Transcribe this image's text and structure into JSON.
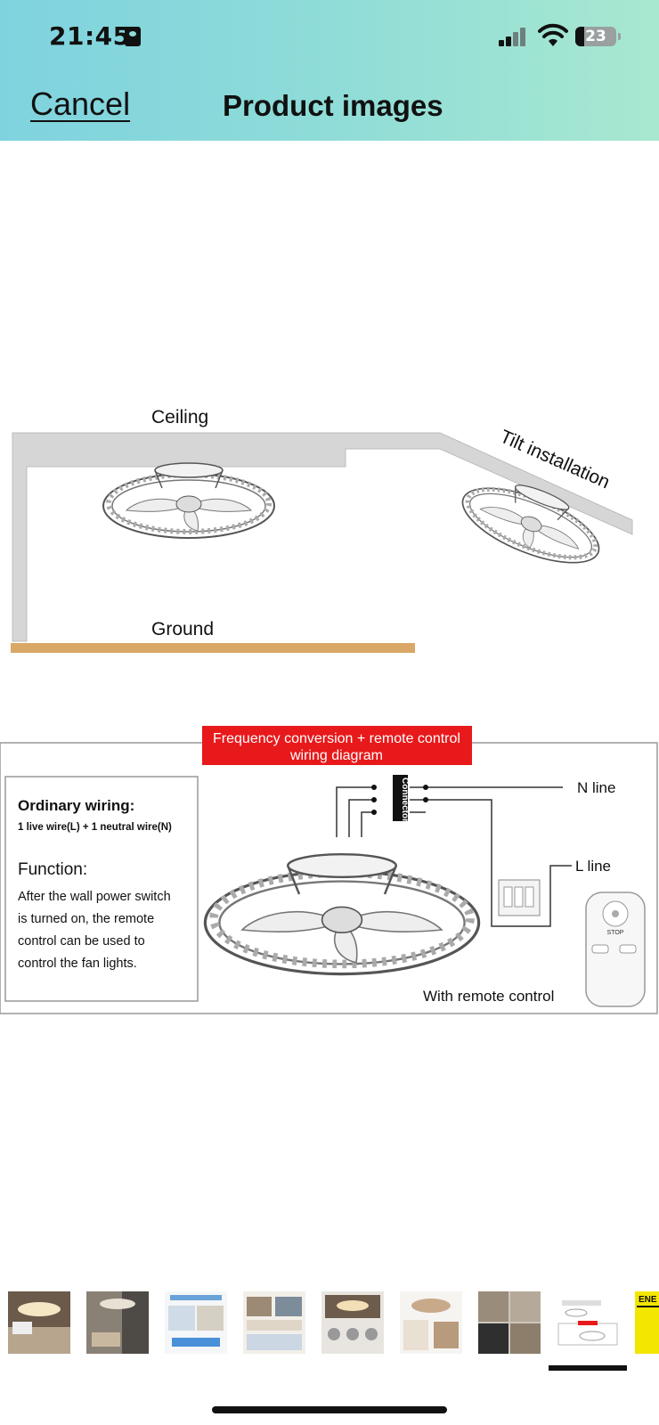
{
  "status_bar": {
    "time": "21:45",
    "battery": "23"
  },
  "nav": {
    "cancel_label": "Cancel",
    "title": "Product images"
  },
  "diagram": {
    "ceiling_label": "Ceiling",
    "tilt_label": "Tilt installation",
    "ground_label": "Ground",
    "banner_line1": "Frequency conversion + remote control",
    "banner_line2": "wiring diagram",
    "wiring_heading": "Ordinary wiring:",
    "wiring_sub": "1 live wire(L) + 1 neutral wire(N)",
    "function_heading": "Function:",
    "function_lines": [
      "After the wall power switch",
      "is turned on, the remote",
      "control can be used to",
      "control the fan lights."
    ],
    "connector_label": "Connector",
    "n_line_label": "N line",
    "l_line_label": "L line",
    "remote_label": "With remote control",
    "remote_stop": "STOP",
    "ground_color": "#d9a867",
    "banner_color": "#e8191b"
  },
  "thumbnails": {
    "count": 9,
    "selected_index": 7,
    "last_label": "ENE"
  }
}
